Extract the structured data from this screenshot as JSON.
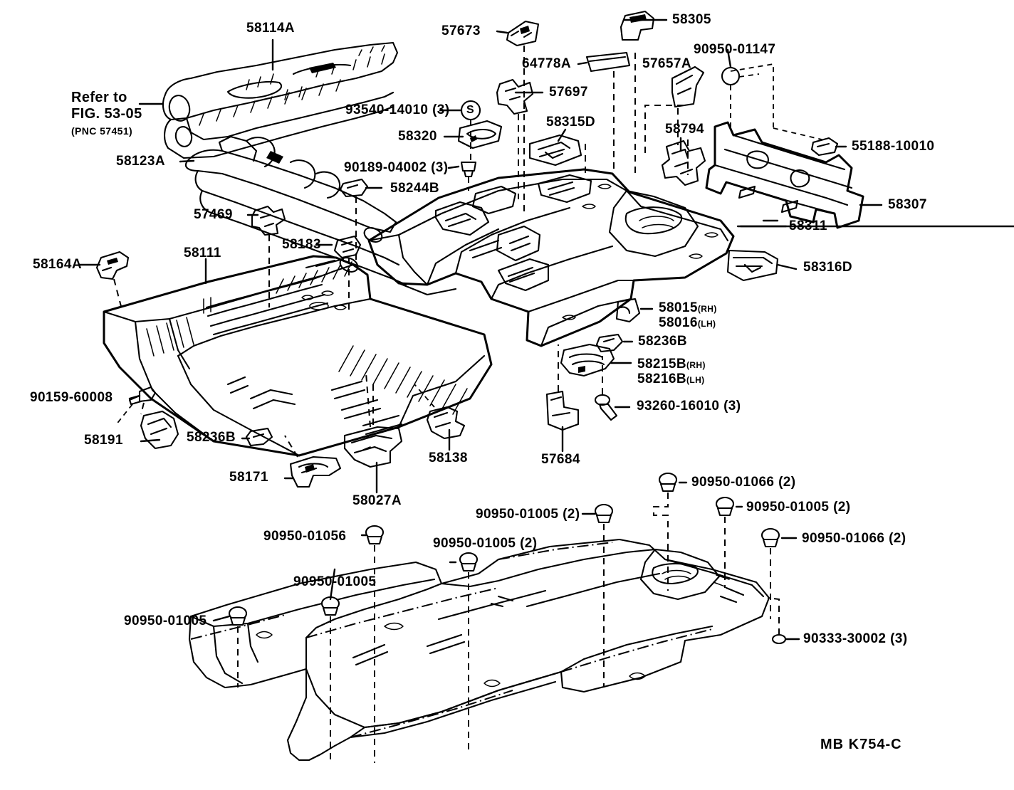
{
  "diagram": {
    "title": "Toyota floor pan parts illustration",
    "footer_code": "MB  K754-C",
    "refer_note": {
      "line1": "Refer to",
      "line2": "FIG. 53-05",
      "line3": "(PNC 57451)"
    }
  },
  "labels": {
    "l58114A": "58114A",
    "l57673": "57673",
    "l58305": "58305",
    "l90950_01147": "90950-01147",
    "l64778A": "64778A",
    "l57657A": "57657A",
    "l57697": "57697",
    "l93540_14010": "93540-14010 (3)",
    "l58320": "58320",
    "l58315D": "58315D",
    "l58794": "58794",
    "l55188_10010": "55188-10010",
    "l58123A": "58123A",
    "l90189_04002": "90189-04002 (3)",
    "l58244B": "58244B",
    "l58307": "58307",
    "l57469": "57469",
    "l58183": "58183",
    "l58311": "58311",
    "l58111": "58111",
    "l58164A": "58164A",
    "l58316D": "58316D",
    "l58015": "58015",
    "l58015_side": "(RH)",
    "l58016": "58016",
    "l58016_side": "(LH)",
    "l58236B_right": "58236B",
    "l58215B": "58215B",
    "l58215B_side": "(RH)",
    "l58216B": "58216B",
    "l58216B_side": "(LH)",
    "l90159_60008": "90159-60008",
    "l93260_16010": "93260-16010 (3)",
    "l58191": "58191",
    "l58236B_left": "58236B",
    "l58171": "58171",
    "l58027A": "58027A",
    "l58138": "58138",
    "l57684": "57684",
    "l90950_01066_top": "90950-01066 (2)",
    "l90950_01005_mid": "90950-01005 (2)",
    "l90950_01005_right": "90950-01005 (2)",
    "l90950_01066_right": "90950-01066 (2)",
    "l90950_01056": "90950-01056",
    "l90950_01005_b": "90950-01005 (2)",
    "l90950_01005_c": "90950-01005",
    "l90950_01005_d": "90950-01005",
    "l90333_30002": "90333-30002 (3)",
    "s_marker": "S"
  },
  "colors": {
    "line": "#000000",
    "background": "#ffffff"
  }
}
